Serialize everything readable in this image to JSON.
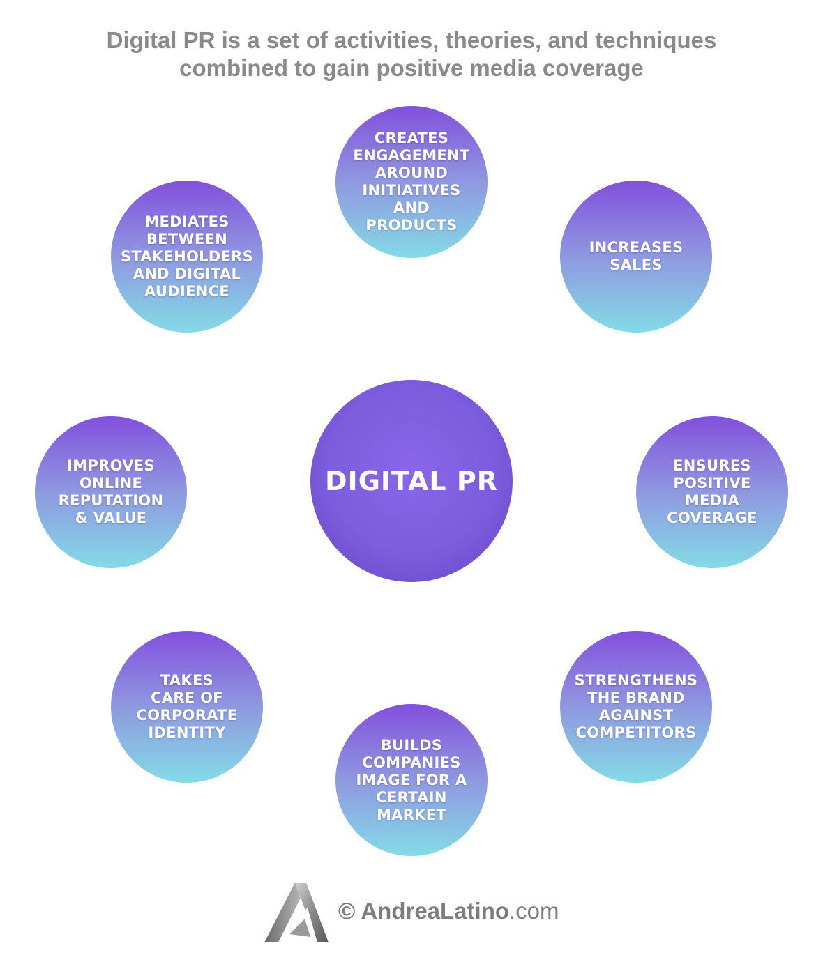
{
  "title": {
    "line1": "Digital PR is a set of activities, theories, and techniques",
    "line2": "combined to gain positive media coverage"
  },
  "center": {
    "label": "DIGITAL PR"
  },
  "nodes": [
    {
      "lines": [
        "CREATES",
        "ENGAGEMENT",
        "AROUND",
        "INITIATIVES",
        "AND",
        "PRODUCTS"
      ]
    },
    {
      "lines": [
        "INCREASES",
        "SALES"
      ]
    },
    {
      "lines": [
        "ENSURES",
        "POSITIVE",
        "MEDIA",
        "COVERAGE"
      ]
    },
    {
      "lines": [
        "STRENGTHENS",
        "THE BRAND",
        "AGAINST",
        "COMPETITORS"
      ]
    },
    {
      "lines": [
        "BUILDS",
        "COMPANIES",
        "IMAGE FOR A",
        "CERTAIN",
        "MARKET"
      ]
    },
    {
      "lines": [
        "TAKES",
        "CARE OF",
        "CORPORATE",
        "IDENTITY"
      ]
    },
    {
      "lines": [
        "IMPROVES",
        "ONLINE",
        "REPUTATION",
        "& VALUE"
      ]
    },
    {
      "lines": [
        "MEDIATES",
        "BETWEEN",
        "STAKEHOLDERS",
        "AND DIGITAL",
        "AUDIENCE"
      ]
    }
  ],
  "footer": {
    "copyright": "©",
    "brand": "AndreaLatino",
    "tld": ".com",
    "logo_icon": "triangle-logo-icon"
  },
  "colors": {
    "gradient_top": "#8250dc",
    "gradient_mid": "#8f98e0",
    "gradient_bottom": "#83dbe6",
    "center": "#7b5ddd",
    "title_text": "#8a8a8a"
  }
}
